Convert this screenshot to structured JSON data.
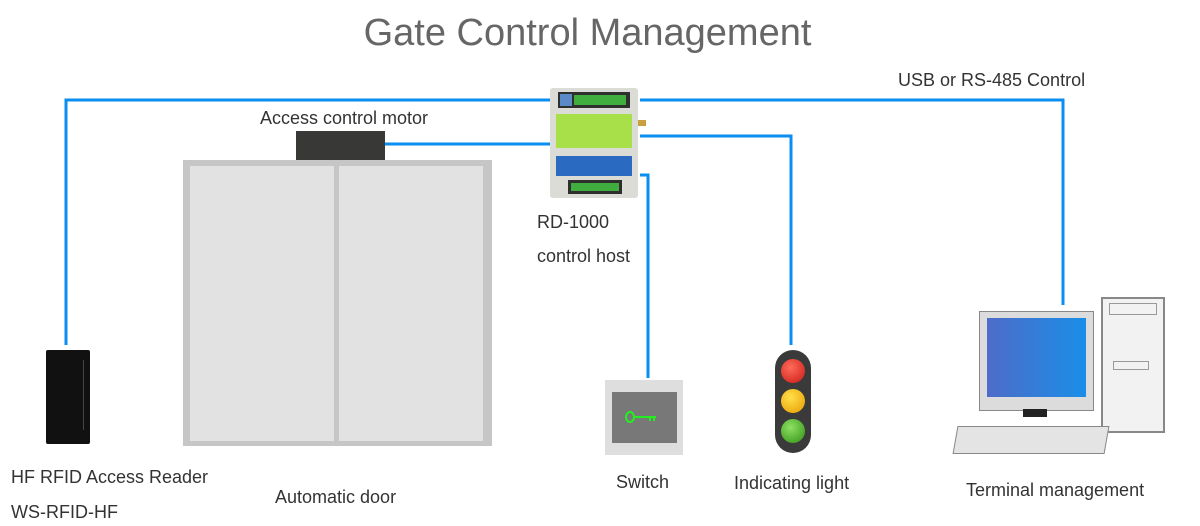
{
  "title": "Gate Control Management",
  "labels": {
    "usb_rs485": "USB or RS-485 Control",
    "motor": "Access control motor",
    "host_line1": "RD-1000",
    "host_line2": "control host",
    "reader_line1": "HF RFID Access Reader",
    "reader_line2": "WS-RFID-HF",
    "door": "Automatic door",
    "switch": "Switch",
    "light": "Indicating light",
    "terminal": "Terminal management"
  },
  "colors": {
    "wire": "#0a8ef0",
    "title": "#666666",
    "lamp_red": "#d0201a",
    "lamp_yellow": "#f0b000",
    "lamp_green": "#3aa020",
    "key": "#22ee22",
    "screen": "#2a7ee0"
  },
  "connections": [
    {
      "from": "RD-1000 control host",
      "to": "HF RFID Access Reader"
    },
    {
      "from": "RD-1000 control host",
      "to": "Access control motor"
    },
    {
      "from": "RD-1000 control host",
      "to": "Terminal management"
    },
    {
      "from": "RD-1000 control host",
      "to": "Indicating light"
    },
    {
      "from": "RD-1000 control host",
      "to": "Switch"
    }
  ]
}
